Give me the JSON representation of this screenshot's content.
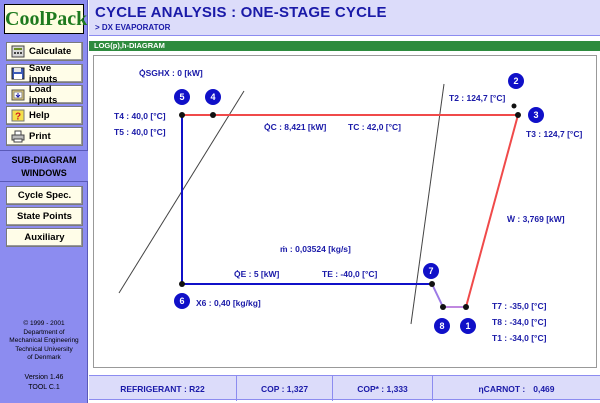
{
  "sidebar": {
    "logo": "CoolPack",
    "buttons": [
      {
        "label": "Calculate",
        "icon": "calculator-icon"
      },
      {
        "label": "Save inputs",
        "icon": "save-icon"
      },
      {
        "label": "Load inputs",
        "icon": "load-icon"
      },
      {
        "label": "Help",
        "icon": "help-icon"
      },
      {
        "label": "Print",
        "icon": "printer-icon"
      }
    ],
    "sub_diagram_label_1": "SUB-DIAGRAM",
    "sub_diagram_label_2": "WINDOWS",
    "windows": [
      "Cycle Spec.",
      "State Points",
      "Auxiliary"
    ],
    "credits": [
      "© 1999 - 2001",
      "Department of",
      "Mechanical Engineering",
      "Technical University",
      "of Denmark"
    ],
    "version": "Version 1.46",
    "tool": "TOOL C.1"
  },
  "header": {
    "title": "CYCLE ANALYSIS : ONE-STAGE CYCLE",
    "subtitle": "> DX EVAPORATOR"
  },
  "diagram_tab": "LOG(p),h-DIAGRAM",
  "diagram": {
    "labels": {
      "q_sghx": "Q̇SGHX : 0 [kW]",
      "t4": "T4 : 40,0 [°C]",
      "t5": "T5 : 40,0 [°C]",
      "qc": "Q̇C : 8,421 [kW]",
      "tc": "TC : 42,0 [°C]",
      "t2": "T2 : 124,7 [°C]",
      "t3": "T3 : 124,7 [°C]",
      "w": "Ẇ : 3,769 [kW]",
      "m": "ṁ : 0,03524 [kg/s]",
      "qe": "Q̇E : 5 [kW]",
      "te": "TE : -40,0 [°C]",
      "x6": "X6 : 0,40 [kg/kg]",
      "t7": "T7 : -35,0 [°C]",
      "t8": "T8 : -34,0 [°C]",
      "t1": "T1 : -34,0 [°C]"
    },
    "nodes": [
      "1",
      "2",
      "3",
      "4",
      "5",
      "6",
      "7",
      "8"
    ],
    "colors": {
      "hot": "#f04a4a",
      "cold": "#1010c8",
      "dome": "#444444",
      "node": "#1010c8"
    }
  },
  "footer": {
    "refrigerant": "REFRIGERANT : R22",
    "cop": "COP : 1,327",
    "cop_star": "COP* : 1,333",
    "eta_label": "ηCARNOT :",
    "eta_value": "0,469"
  }
}
